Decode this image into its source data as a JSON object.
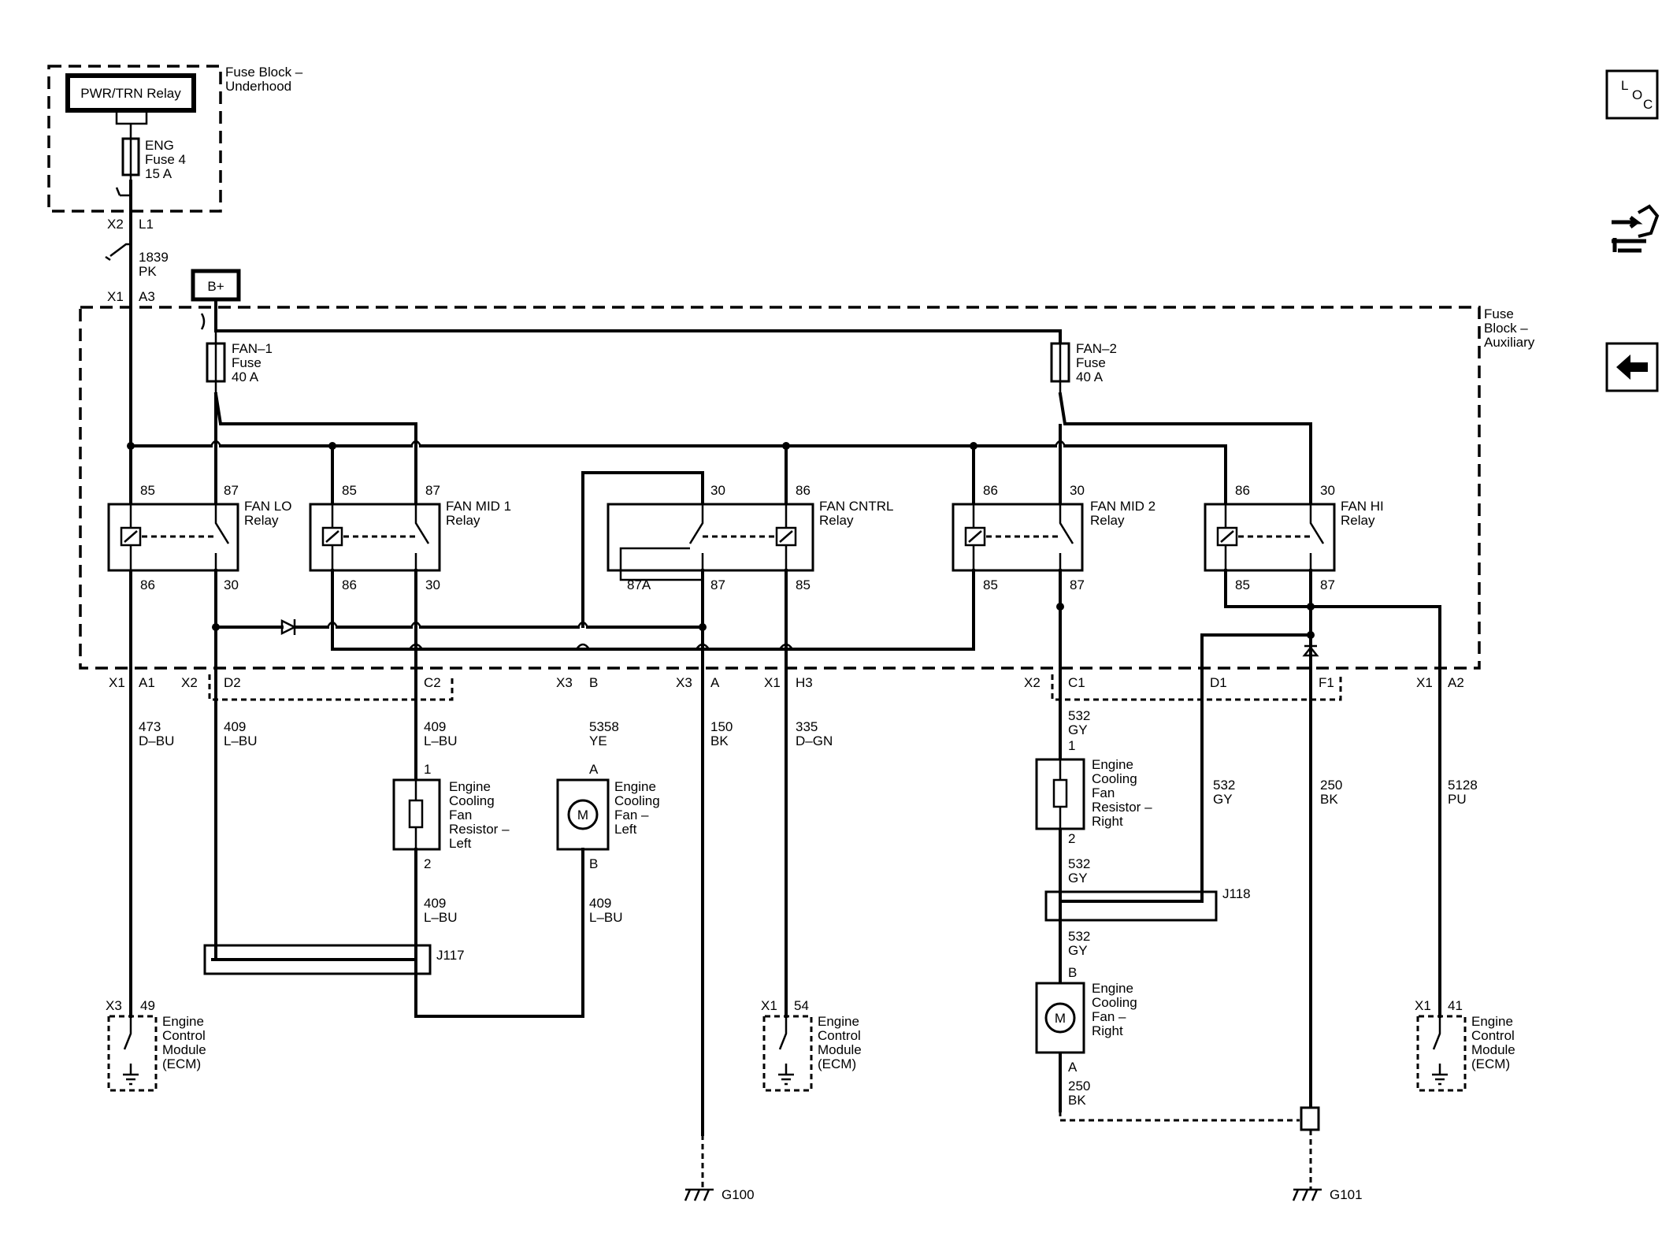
{
  "blocks": {
    "underhood": {
      "label1": "Fuse Block –",
      "label2": "Underhood"
    },
    "auxiliary": {
      "label1": "Fuse",
      "label2": "Block –",
      "label3": "Auxiliary"
    }
  },
  "pwr_trn_relay": "PWR/TRN Relay",
  "b_plus": "B+",
  "fuses": {
    "eng": {
      "l1": "ENG",
      "l2": "Fuse 4",
      "l3": "15 A"
    },
    "fan1": {
      "l1": "FAN–1",
      "l2": "Fuse",
      "l3": "40 A"
    },
    "fan2": {
      "l1": "FAN–2",
      "l2": "Fuse",
      "l3": "40 A"
    }
  },
  "relays": {
    "fan_lo": {
      "l1": "FAN LO",
      "l2": "Relay",
      "p_tl": "85",
      "p_tr": "87",
      "p_bl": "86",
      "p_br": "30"
    },
    "fan_mid1": {
      "l1": "FAN MID 1",
      "l2": "Relay",
      "p_tl": "85",
      "p_tr": "87",
      "p_bl": "86",
      "p_br": "30"
    },
    "fan_cntrl": {
      "l1": "FAN CNTRL",
      "l2": "Relay",
      "p_tl": "30",
      "p_tr": "86",
      "p_bl1": "87A",
      "p_bl2": "87",
      "p_br": "85"
    },
    "fan_mid2": {
      "l1": "FAN MID 2",
      "l2": "Relay",
      "p_tl": "86",
      "p_tr": "30",
      "p_bl": "85",
      "p_br": "87"
    },
    "fan_hi": {
      "l1": "FAN HI",
      "l2": "Relay",
      "p_tl": "86",
      "p_tr": "30",
      "p_bl": "85",
      "p_br": "87"
    }
  },
  "connectors": {
    "x2_l1": {
      "conn": "X2",
      "pin": "L1"
    },
    "x1_a3": {
      "conn": "X1",
      "pin": "A3"
    },
    "x1_a1": {
      "conn": "X1",
      "pin": "A1"
    },
    "x2_d2": {
      "conn": "X2",
      "pin": "D2"
    },
    "c2": "C2",
    "x3_b": {
      "conn": "X3",
      "pin": "B"
    },
    "x3_a": {
      "conn": "X3",
      "pin": "A"
    },
    "x1_h3": {
      "conn": "X1",
      "pin": "H3"
    },
    "x2_c1": {
      "conn": "X2",
      "pin": "C1"
    },
    "d1": "D1",
    "f1": "F1",
    "x1_a2": {
      "conn": "X1",
      "pin": "A2"
    },
    "x3_49": {
      "conn": "X3",
      "pin": "49"
    },
    "x1_54": {
      "conn": "X1",
      "pin": "54"
    },
    "x1_41": {
      "conn": "X1",
      "pin": "41"
    }
  },
  "wires": {
    "w1839": {
      "num": "1839",
      "color": "PK"
    },
    "w473": {
      "num": "473",
      "color": "D–BU"
    },
    "w409a": {
      "num": "409",
      "color": "L–BU"
    },
    "w409b": {
      "num": "409",
      "color": "L–BU"
    },
    "w409c": {
      "num": "409",
      "color": "L–BU"
    },
    "w409d": {
      "num": "409",
      "color": "L–BU"
    },
    "w5358": {
      "num": "5358",
      "color": "YE"
    },
    "w150": {
      "num": "150",
      "color": "BK"
    },
    "w335": {
      "num": "335",
      "color": "D–GN"
    },
    "w532a": {
      "num": "532",
      "color": "GY"
    },
    "w532b": {
      "num": "532",
      "color": "GY"
    },
    "w532c": {
      "num": "532",
      "color": "GY"
    },
    "w532d": {
      "num": "532",
      "color": "GY"
    },
    "w250a": {
      "num": "250",
      "color": "BK"
    },
    "w250b": {
      "num": "250",
      "color": "BK"
    },
    "w5128": {
      "num": "5128",
      "color": "PU"
    }
  },
  "components": {
    "res_left": {
      "l1": "Engine",
      "l2": "Cooling",
      "l3": "Fan",
      "l4": "Resistor –",
      "l5": "Left",
      "p1": "1",
      "p2": "2"
    },
    "fan_left": {
      "l1": "Engine",
      "l2": "Cooling",
      "l3": "Fan –",
      "l4": "Left",
      "pa": "A",
      "pb": "B",
      "symbol": "M"
    },
    "res_right": {
      "l1": "Engine",
      "l2": "Cooling",
      "l3": "Fan",
      "l4": "Resistor –",
      "l5": "Right",
      "p1": "1",
      "p2": "2"
    },
    "fan_right": {
      "l1": "Engine",
      "l2": "Cooling",
      "l3": "Fan –",
      "l4": "Right",
      "pa": "A",
      "pb": "B",
      "symbol": "M"
    }
  },
  "splices": {
    "j117": "J117",
    "j118": "J118"
  },
  "ecm": {
    "l1": "Engine",
    "l2": "Control",
    "l3": "Module",
    "l4": "(ECM)"
  },
  "grounds": {
    "g100": "G100",
    "g101": "G101"
  },
  "nav": {
    "loc_l": "L",
    "loc_o": "O",
    "loc_c": "C"
  }
}
